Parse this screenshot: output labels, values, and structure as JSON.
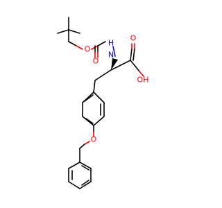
{
  "molecule": {
    "atom_labels": {
      "carbamate_carbonyl_o": "O",
      "carbamate_ester_o": "O",
      "amide_n": "N",
      "amide_h": "H",
      "acid_carbonyl_o": "O",
      "acid_hydroxyl": "OH",
      "benzyl_ether_o": "O"
    },
    "colors": {
      "bond": "#000000",
      "oxygen": "#ff0000",
      "nitrogen": "#0000ff",
      "background": "#ffffff"
    }
  }
}
